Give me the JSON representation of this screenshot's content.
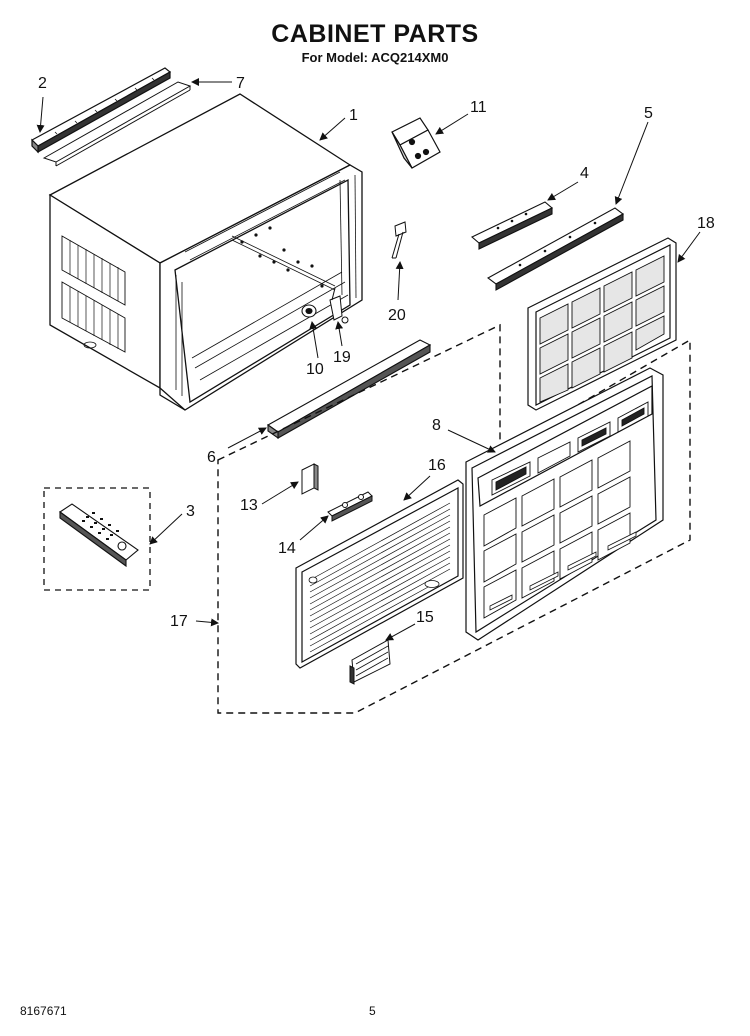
{
  "header": {
    "title": "CABINET PARTS",
    "subtitle": "For Model: ACQ214XM0"
  },
  "footer": {
    "doc_number": "8167671",
    "page_number": "5"
  },
  "callouts": {
    "n1": "1",
    "n2": "2",
    "n3": "3",
    "n4": "4",
    "n5": "5",
    "n6": "6",
    "n7": "7",
    "n8": "8",
    "n10": "10",
    "n11": "11",
    "n13": "13",
    "n14": "14",
    "n15": "15",
    "n16": "16",
    "n17": "17",
    "n18": "18",
    "n19": "19",
    "n20": "20"
  }
}
